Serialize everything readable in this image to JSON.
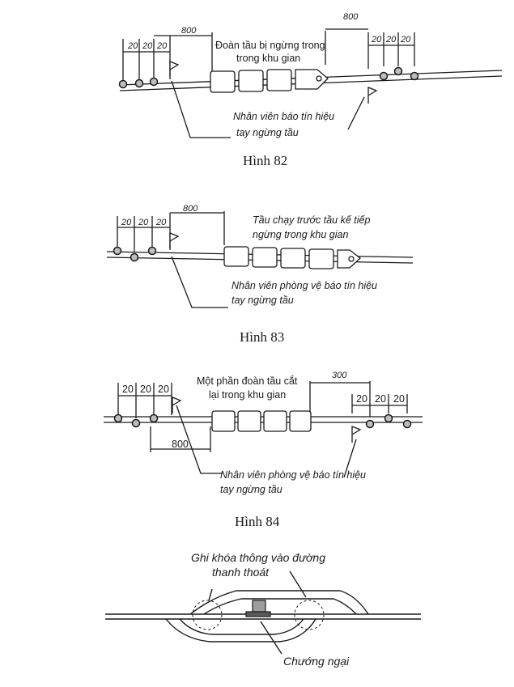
{
  "fig82": {
    "caption": "Hình 82",
    "dim_left": "800",
    "dim_right": "800",
    "gap_labels": [
      "20",
      "20",
      "20",
      "20",
      "20",
      "20"
    ],
    "train_label_1": "Đoàn tầu bị ngừng trong",
    "train_label_2": "trong khu gian",
    "signal_label_1": "Nhân viên báo tín hiệu",
    "signal_label_2": "tay ngừng tầu"
  },
  "fig83": {
    "caption": "Hình 83",
    "dim_left": "800",
    "gap_labels": [
      "20",
      "20",
      "20"
    ],
    "train_label_1": "Tầu chạy trước tầu kế tiếp",
    "train_label_2": "ngừng trong khu gian",
    "signal_label_1": "Nhân viên phòng vệ báo tín hiệu",
    "signal_label_2": "tay ngừng tầu"
  },
  "fig84": {
    "caption": "Hình 84",
    "dim_left": "800",
    "dim_right": "300",
    "gap_labels": [
      "20",
      "20",
      "20",
      "20",
      "20",
      "20"
    ],
    "train_label_1": "Một phần đoàn tầu cắt",
    "train_label_2": "lại trong khu gian",
    "signal_label_1": "Nhân viên phòng vệ báo tín hiệu",
    "signal_label_2": "tay ngừng tầu"
  },
  "fig85": {
    "switch_label_1": "Ghi khóa thông vào đường",
    "switch_label_2": "thanh thoát",
    "obstacle_label": "Chướng ngại"
  }
}
